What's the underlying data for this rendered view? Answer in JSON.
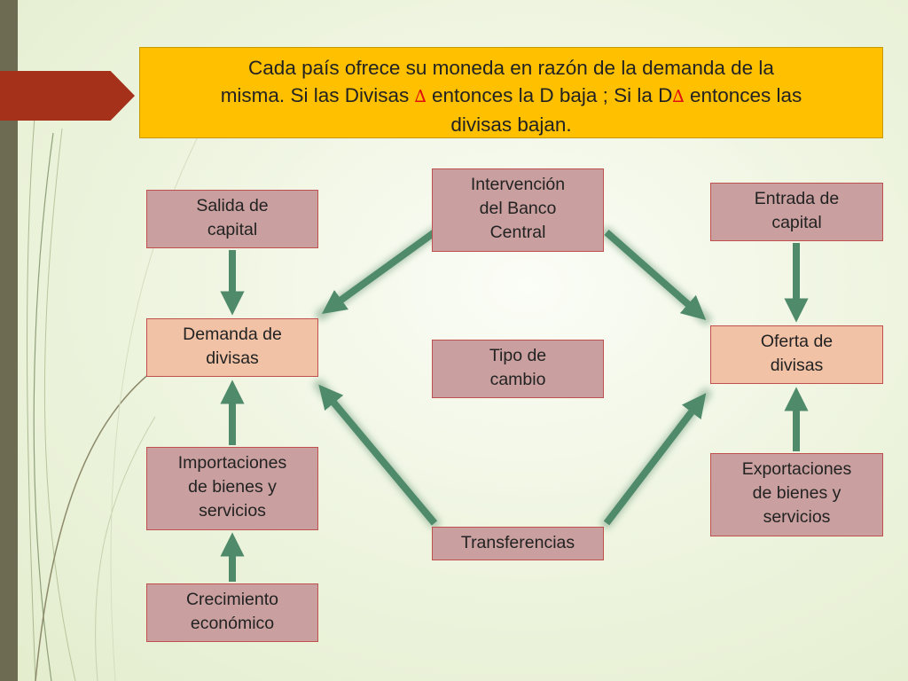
{
  "header": {
    "line1": "Cada país ofrece su moneda en razón de la demanda de la",
    "line2_a": "misma.  Si las Divisas ",
    "delta_symbol": "∆",
    "line2_b": " entonces la D baja ; Si la D",
    "line2_c": " entonces las",
    "line3": "divisas bajan."
  },
  "boxes": {
    "salida": [
      "Salida de",
      "capital"
    ],
    "demanda": [
      "Demanda de",
      "divisas"
    ],
    "importaciones": [
      "Importaciones",
      "de bienes y",
      "servicios"
    ],
    "crecimiento": [
      "Crecimiento",
      "económico"
    ],
    "intervencion": [
      "Intervención",
      "del Banco",
      "Central"
    ],
    "tipo": [
      "Tipo de",
      "cambio"
    ],
    "transferencias": [
      "Transferencias"
    ],
    "entrada": [
      "Entrada de",
      "capital"
    ],
    "oferta": [
      "Oferta de",
      "divisas"
    ],
    "exportaciones": [
      "Exportaciones",
      "de bienes y",
      "servicios"
    ]
  },
  "colors": {
    "header_bg": "#ffc000",
    "box_rose": "#c9a09f",
    "box_peach": "#f2c2a6",
    "box_border": "#c0504d",
    "arrow": "#4f8a6b",
    "delta": "#e01010"
  }
}
